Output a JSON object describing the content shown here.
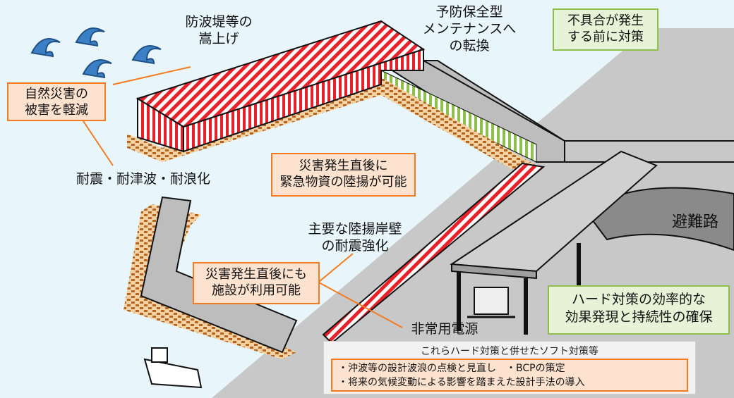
{
  "labels": {
    "seawall_raise": "防波堤等の\n嵩上げ",
    "preventive": "予防保全型\nメンテナンスへ\nの転換",
    "seismic": "耐震・耐津波・耐浪化",
    "main_quay": "主要な陸揚岸壁\nの耐震強化",
    "power": "非常用電源",
    "evac": "避難路"
  },
  "callouts": {
    "disaster_reduce": "自然災害の\n被害を軽減",
    "prevent_before": "不具合が発生\nする前に対策",
    "unloading": "災害発生直後に\n緊急物資の陸揚が可能",
    "facility": "災害発生直後にも\n施設が利用可能",
    "hard_measures": "ハード対策の効率的な\n効果発現と持続性の確保"
  },
  "soft": {
    "title": "これらハード対策と併せたソフト対策等",
    "item1": "・沖波等の設計波浪の点検と見直し　・BCPの策定",
    "item2": "・将来の気候変動による影響を踏まえた設計手法の導入"
  },
  "colors": {
    "water": "#e8f6fb",
    "land": "#c8c8c8",
    "stripe_red": "#e8202a",
    "stripe_green": "#8cc04b",
    "callout_orange": "#f47b20",
    "callout_green": "#8cc04b"
  }
}
